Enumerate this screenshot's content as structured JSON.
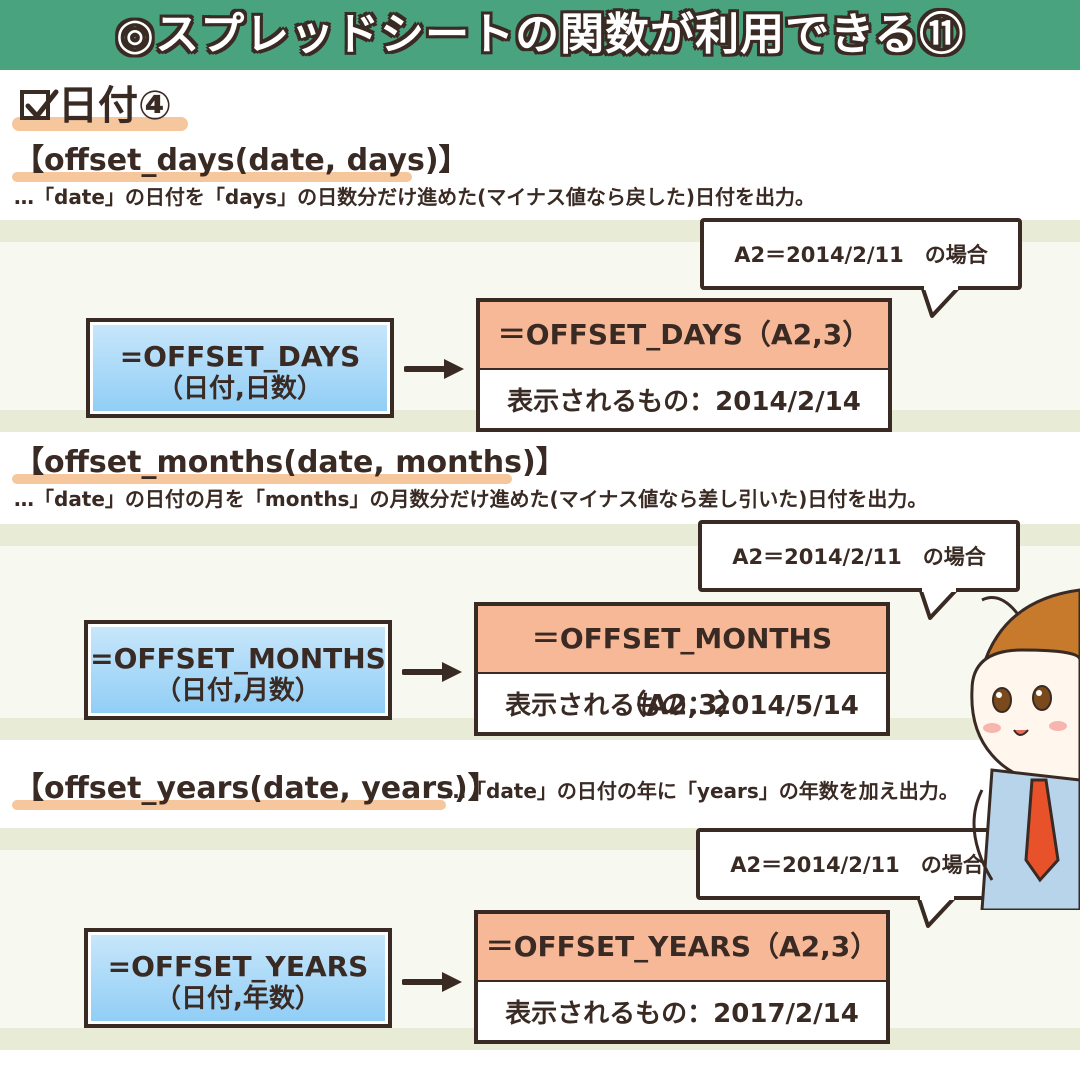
{
  "header": {
    "title": "◎スプレッドシートの関数が利用できる⑪"
  },
  "section": {
    "heading": "日付④"
  },
  "functions": [
    {
      "title": "【offset_days(date, days)】",
      "description": "…「date」の日付を「days」の日数分だけ進めた(マイナス値なら戻した)日付を出力。",
      "bubble": "A2＝2014/2/11　の場合",
      "formula_name": "=OFFSET_DAYS",
      "formula_args": "（日付,日数）",
      "result_formula": "＝OFFSET_DAYS（A2,3）",
      "result_value": "表示されるもの：2014/2/14"
    },
    {
      "title": "【offset_months(date, months)】",
      "description": "…「date」の日付の月を「months」の月数分だけ進めた(マイナス値なら差し引いた)日付を出力。",
      "bubble": "A2＝2014/2/11　の場合",
      "formula_name": "=OFFSET_MONTHS",
      "formula_args": "（日付,月数）",
      "result_formula": "＝OFFSET_MONTHS（A2,3）",
      "result_value": "表示されるもの：2014/5/14"
    },
    {
      "title": "【offset_years(date, years)】",
      "description": "…「date」の日付の年に「years」の年数を加え出力。",
      "bubble": "A2＝2014/2/11　の場合",
      "formula_name": "=OFFSET_YEARS",
      "formula_args": "（日付,年数）",
      "result_formula": "＝OFFSET_YEARS（A2,3）",
      "result_value": "表示されるもの：2017/2/14"
    }
  ],
  "colors": {
    "header_bg": "#49a37f",
    "outline": "#3a2a24",
    "formula_box": "#8fcdf5",
    "result_head": "#f7b897",
    "underline": "#f6c69d",
    "band": "#f7f8ef"
  },
  "icons": {
    "heading": "checkbox-icon",
    "connector": "arrow-right-icon"
  }
}
